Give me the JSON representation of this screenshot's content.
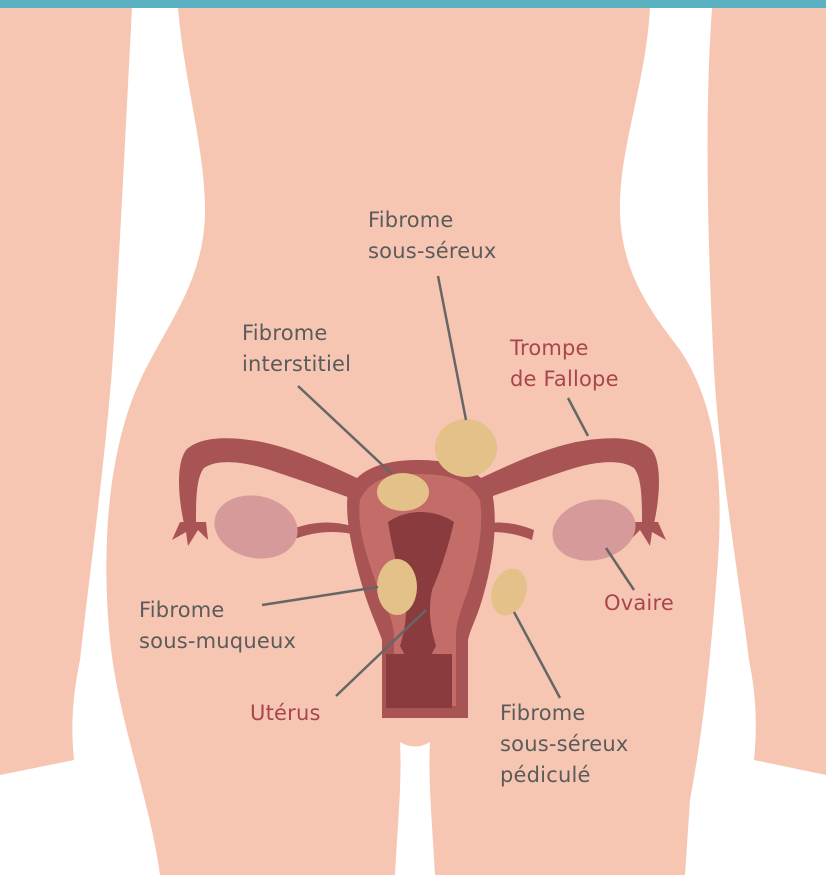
{
  "colors": {
    "top_bar": "#5ab1c1",
    "skin": "#f6c6b3",
    "uterus_outer": "#a85354",
    "uterus_body": "#c36c68",
    "uterus_inner": "#8a3b3e",
    "ovary": "#d59a99",
    "fibroid": "#e4c189",
    "label_gray": "#5b5b5b",
    "label_red": "#a8464b",
    "leader_line": "#666666"
  },
  "labels": {
    "subserosal": {
      "lines": [
        "Fibrome",
        "sous-séreux"
      ],
      "color": "gray"
    },
    "intramural": {
      "lines": [
        "Fibrome",
        "interstitiel"
      ],
      "color": "gray"
    },
    "fallopian_tube": {
      "lines": [
        "Trompe",
        "de Fallope"
      ],
      "color": "red"
    },
    "submucosal": {
      "lines": [
        "Fibrome",
        "sous-muqueux"
      ],
      "color": "gray"
    },
    "ovary": {
      "lines": [
        "Ovaire"
      ],
      "color": "red"
    },
    "uterus": {
      "lines": [
        "Utérus"
      ],
      "color": "red"
    },
    "pedunculated": {
      "lines": [
        "Fibrome",
        "sous-séreux",
        "pédiculé"
      ],
      "color": "gray"
    }
  }
}
